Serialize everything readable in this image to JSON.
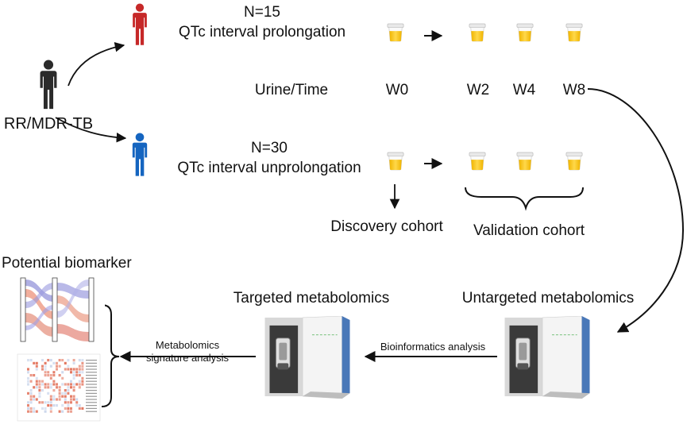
{
  "labels": {
    "patient_group": "RR/MDR-TB",
    "prolonged_n": "N=15",
    "prolonged_label": "QTc interval prolongation",
    "unprolonged_n": "N=30",
    "unprolonged_label": "QTc interval unprolongation",
    "urine_time": "Urine/Time",
    "weeks": [
      "W0",
      "W2",
      "W4",
      "W8"
    ],
    "discovery": "Discovery cohort",
    "validation": "Validation cohort",
    "untargeted": "Untargeted metabolomics",
    "targeted": "Targeted metabolomics",
    "potential_biomarker": "Potential biomarker",
    "bioinformatics": "Bioinformatics analysis",
    "signature_line1": "Metabolomics",
    "signature_line2": "signature analysis"
  },
  "colors": {
    "prolonged_person": "#c62828",
    "unprolonged_person": "#1565c0",
    "patient_person": "#2b2b2b",
    "urine": "#f5c518",
    "instrument_accent": "#4a78b8"
  },
  "icons": {
    "person": "person-icon",
    "cup": "urine-cup-icon",
    "instrument": "mass-spectrometer-icon",
    "sankey": "sankey-chart-thumbnail",
    "heatmap": "heatmap-thumbnail"
  }
}
